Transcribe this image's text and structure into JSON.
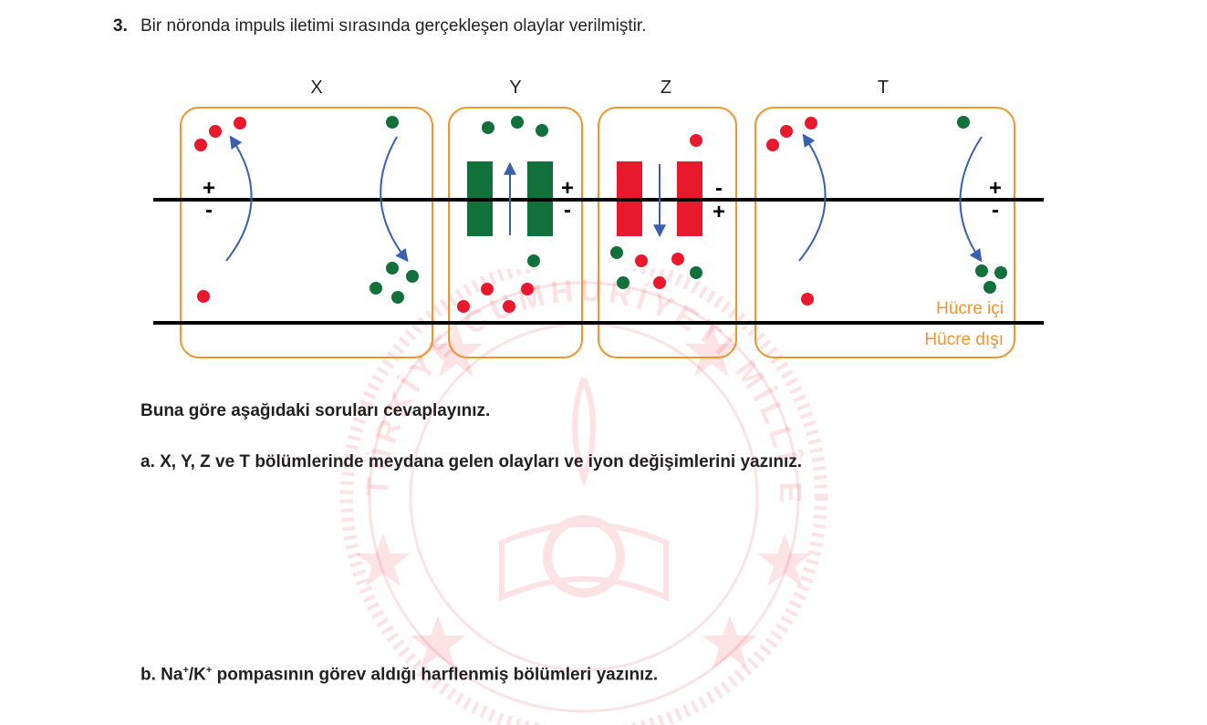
{
  "question": {
    "number": "3.",
    "text": "Bir nöronda impuls iletimi sırasında gerçekleşen olaylar verilmiştir."
  },
  "diagram": {
    "panels": [
      {
        "label": "X"
      },
      {
        "label": "Y"
      },
      {
        "label": "Z"
      },
      {
        "label": "T"
      }
    ],
    "labels": {
      "inside": "Hücre içi",
      "outside": "Hücre dışı",
      "plus": "+",
      "minus": "-"
    },
    "colors": {
      "box_border": "#f0942c",
      "membrane": "#000000",
      "red_ion": "#e8192c",
      "green_ion": "#12703a",
      "arrow": "#3a5fae",
      "label_orange": "#f0942c"
    }
  },
  "watermark": {
    "text": "TÜRKİYE CUMHURİYETİ MİLLÎ EĞİTİM BAKANLIĞI"
  },
  "prompt": "Buna göre aşağıdaki soruları cevaplayınız.",
  "part_a": "a. X, Y, Z ve T bölümlerinde meydana gelen olayları ve iyon değişimlerini yazınız.",
  "part_b": {
    "prefix": "b. Na",
    "sup1": "+",
    "mid": "/K",
    "sup2": "+",
    "suffix": " pompasının görev aldığı harflenmiş bölümleri yazınız."
  }
}
